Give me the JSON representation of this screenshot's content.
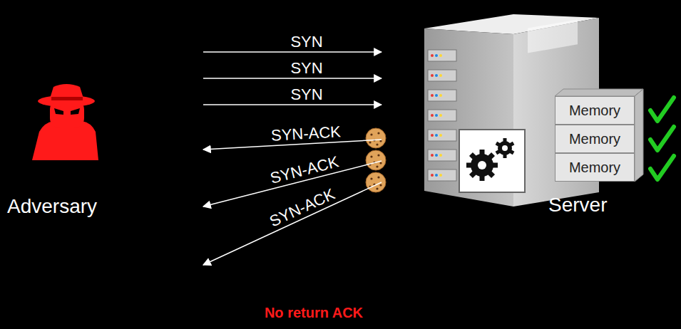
{
  "diagram": {
    "nodes": [
      {
        "text": [
          "Adversary"
        ]
      },
      {
        "text": [
          "Server"
        ]
      },
      {
        "text": [
          "Memory"
        ],
        "in": 1
      },
      {
        "text": [
          "Memory"
        ],
        "in": 1
      },
      {
        "text": [
          "Memory"
        ],
        "in": 1
      }
    ],
    "edges": [
      {
        "from": 0,
        "to": 1,
        "arrow": "to",
        "label": "SYN"
      },
      {
        "from": 0,
        "to": 1,
        "arrow": "to",
        "label": "SYN"
      },
      {
        "from": 0,
        "to": 1,
        "arrow": "to",
        "label": "SYN"
      },
      {
        "from": 1,
        "to": 0,
        "arrow": "to",
        "label": "SYN-ACK"
      },
      {
        "from": 1,
        "to": 0,
        "arrow": "to",
        "label": "SYN-ACK"
      },
      {
        "from": 1,
        "to": 0,
        "arrow": "to",
        "label": "SYN-ACK"
      }
    ],
    "labels": [
      "No return ACK"
    ]
  }
}
